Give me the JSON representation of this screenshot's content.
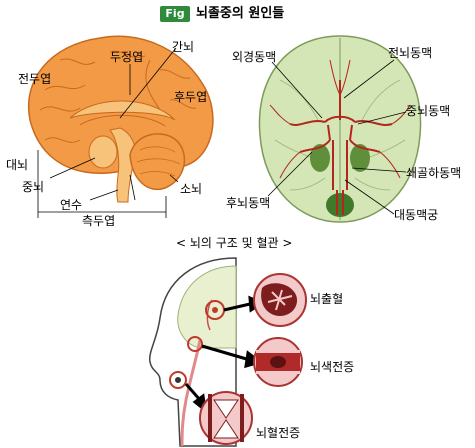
{
  "header": {
    "badge": "Fig",
    "title": "뇌졸중의 원인들"
  },
  "brain_labels": {
    "occipital": "후두엽",
    "frontal": "전두엽",
    "parietal": "두정엽",
    "interbrain": "간뇌",
    "cerebrum": "대뇌",
    "midbrain": "중뇌",
    "medulla": "연수",
    "cerebellum": "소뇌",
    "temporal": "측두엽"
  },
  "vessel_labels": {
    "ica": "외경동맥",
    "aca": "전뇌동맥",
    "mca": "중뇌동맥",
    "vertebral": "쇄골하동맥",
    "pca": "후뇌동맥",
    "aorta": "대동맥궁"
  },
  "caption": "< 뇌의 구조 및 혈관 >",
  "stroke_labels": {
    "hemorrhage": "뇌출혈",
    "thrombosis": "뇌색전증",
    "embolism": "뇌혈전증"
  }
}
